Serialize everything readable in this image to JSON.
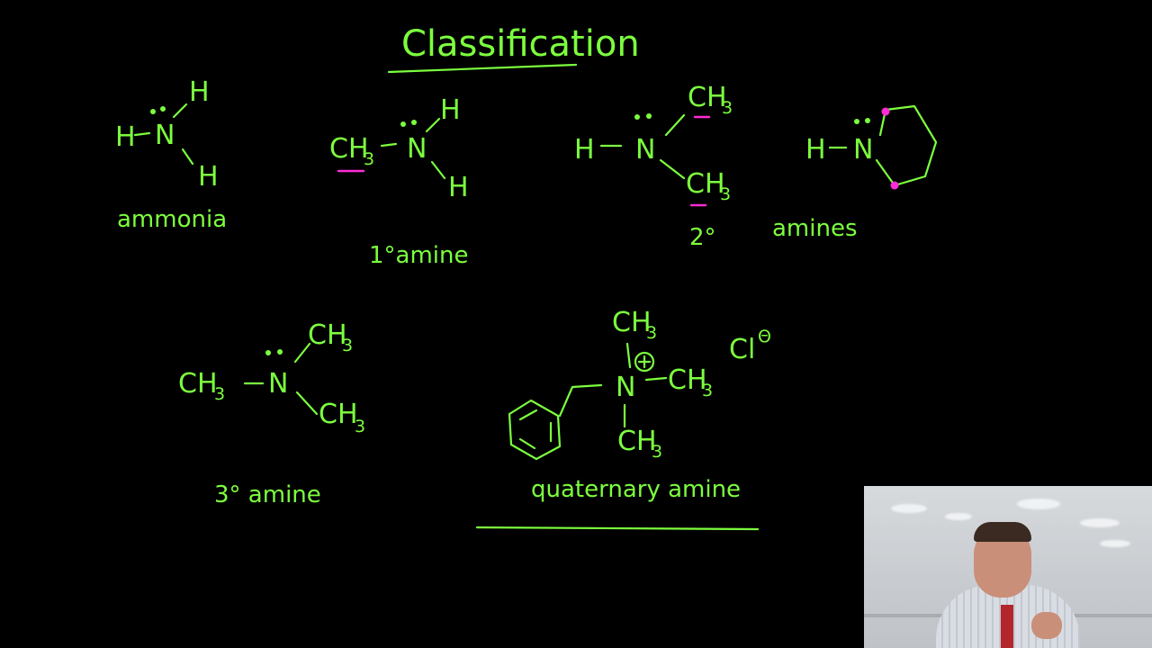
{
  "title": "Classification",
  "labels": {
    "ammonia": "ammonia",
    "primary": "1°amine",
    "secondary": "2°",
    "amines": "amines",
    "tertiary": "3° amine",
    "quaternary": "quaternary amine"
  },
  "atoms": {
    "H": "H",
    "N": "N",
    "CH": "CH",
    "sub3": "3",
    "Cl": "Cl",
    "theta": "Θ",
    "plus": "+"
  },
  "colors": {
    "chalk_green": "#7CFF3E",
    "highlight_magenta": "#FF2BD6",
    "board": "#000000"
  },
  "webcam": {
    "icon": "presenter-video"
  }
}
